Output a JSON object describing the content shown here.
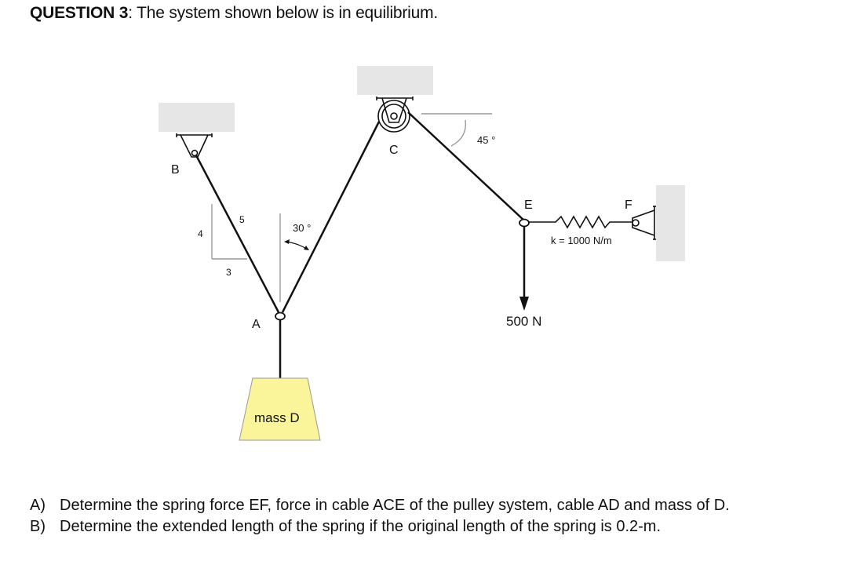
{
  "title": {
    "label": "QUESTION 3",
    "text": ": The system shown below is in equilibrium."
  },
  "diagram": {
    "points": {
      "A": "A",
      "B": "B",
      "C": "C",
      "E": "E",
      "F": "F"
    },
    "slope_triangle": {
      "rise": "4",
      "run": "3",
      "hyp": "5"
    },
    "angle_AC": "30 °",
    "angle_CE": "45 °",
    "spring_label": "k = 1000 N/m",
    "load_label": "500 N",
    "mass_label": "mass D",
    "colors": {
      "support": "#e6e6e6",
      "mass_fill": "#faf59a",
      "line": "#111111",
      "guide": "#999999"
    }
  },
  "questions": [
    {
      "letter": "A)",
      "text": "Determine the spring force EF, force in cable ACE of the pulley system, cable AD and mass of D."
    },
    {
      "letter": "B)",
      "text": "Determine the extended length of the spring if the original length of the spring is 0.2-m."
    }
  ]
}
